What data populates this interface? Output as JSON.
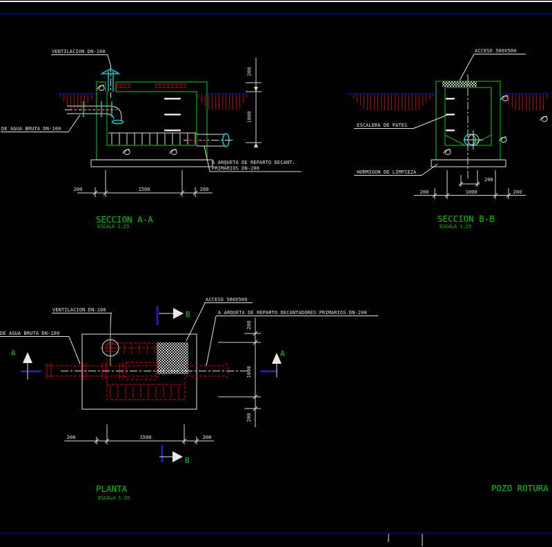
{
  "titles": {
    "seccion_a": "SECCION A-A",
    "seccion_a_scale": "ESCALA 1:25",
    "seccion_b": "SECCION B-B",
    "seccion_b_scale": "ESCALA 1:25",
    "planta": "PLANTA",
    "planta_scale": "ESCALA 1:25",
    "drawing_name": "POZO ROTURA"
  },
  "seccion_a": {
    "labels": {
      "ventilacion": "VENTILACION DN-100",
      "agua_bruta": "DE AGUA BRUTA DN-100",
      "arqueta_line1": "A ARQUETA DE REPARTO DECANT.",
      "arqueta_line2": "PRIMARIOS DN-200"
    },
    "dims": {
      "bottom_left": "200",
      "bottom_center": "1500",
      "bottom_right": "200",
      "right_top": "200",
      "right_depth": "1000"
    }
  },
  "seccion_b": {
    "labels": {
      "acceso": "ACCESO 500X500",
      "escalera": "ESCALERA DE PATES",
      "hormigon": "HORMIGON DE LIMPIEZA"
    },
    "dims": {
      "bottom_left": "200",
      "bottom_center": "1000",
      "bottom_right": "200",
      "sump_offset": "200"
    }
  },
  "planta": {
    "labels": {
      "ventilacion": "VENTILACION DN-100",
      "agua_bruta": "DE AGUA BRUTA DN-100",
      "acceso": "ACCESO 500X500",
      "arqueta": "A ARQUETA DE REPARTO DECANTADORES PRIMARIOS DN-200"
    },
    "markers": {
      "a_left": "A",
      "a_right": "A",
      "b_top": "B",
      "b_bottom": "B"
    },
    "dims": {
      "bottom_left": "200",
      "bottom_center": "1500",
      "bottom_right": "200",
      "right_top": "200",
      "right_depth": "1000",
      "right_bottom": "200"
    }
  },
  "colors": {
    "structure_green": "#00b400",
    "detail_red": "#c00000",
    "pipe_cyan": "#00cccc",
    "ground_blue": "#00008e",
    "marker_blue": "#2222cc",
    "line_white": "#e4e4e4",
    "text_green": "#00cc00",
    "background": "#000000"
  }
}
